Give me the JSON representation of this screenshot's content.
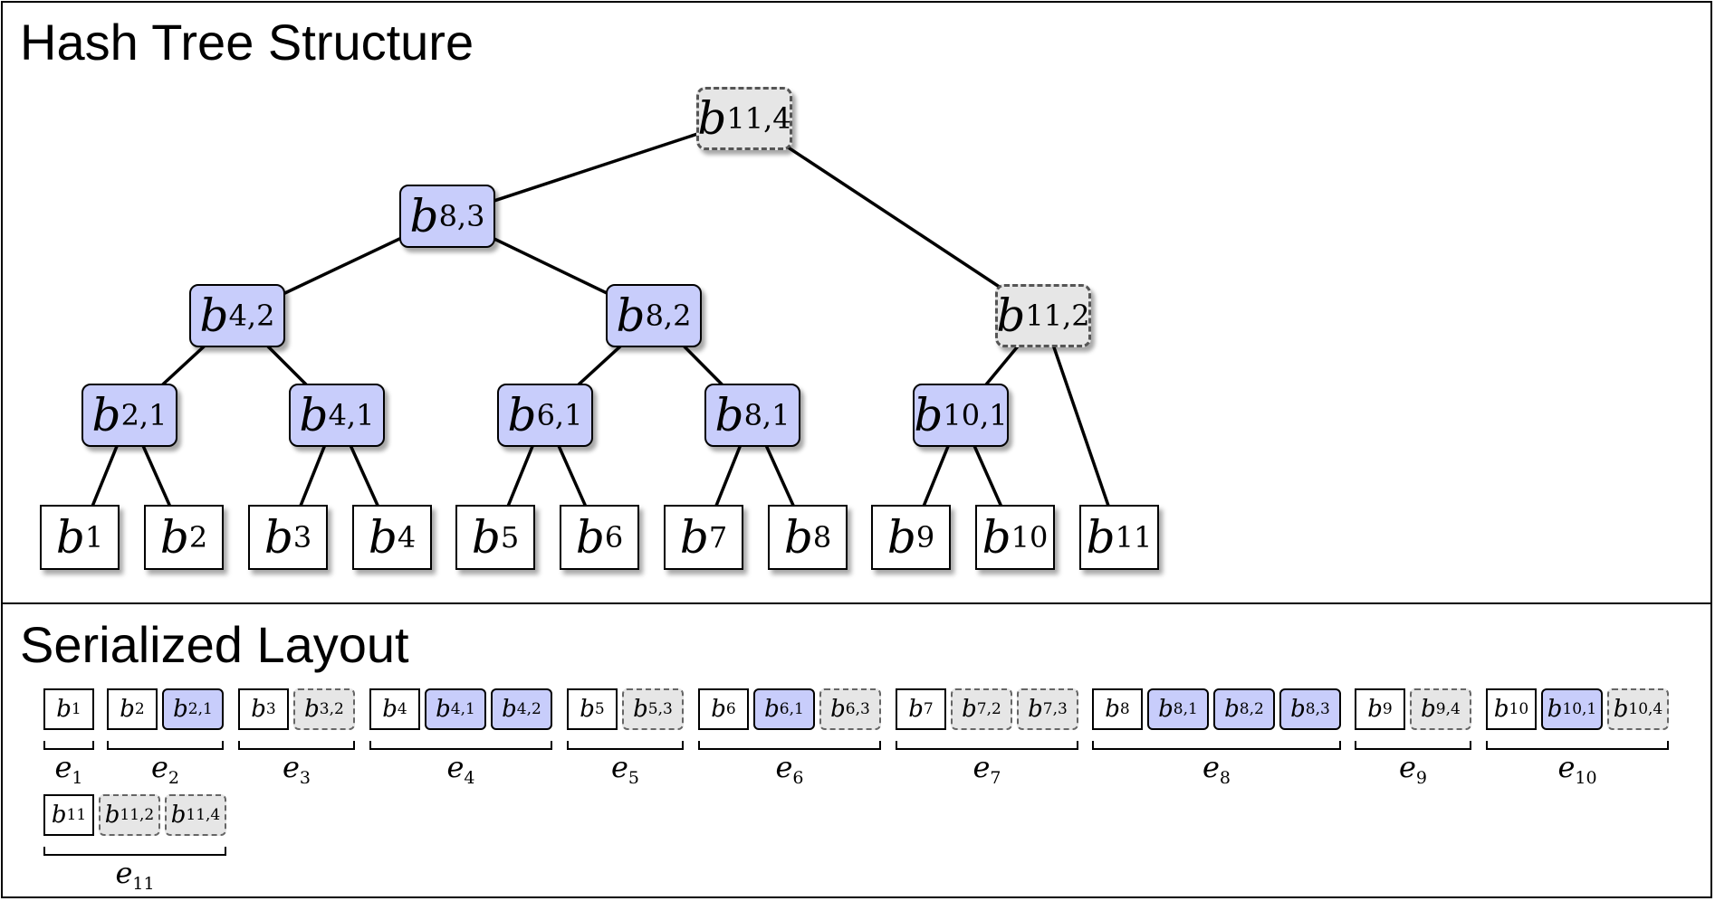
{
  "titles": {
    "tree": "Hash Tree Structure",
    "layout": "Serialized Layout"
  },
  "colors": {
    "inner_fill": "#c8cdfb",
    "root_fill": "#e6e6e6",
    "leaf_fill": "#ffffff",
    "stroke": "#000000"
  },
  "tree": {
    "nodes": [
      {
        "id": "b1",
        "kind": "leaf",
        "base": "b",
        "sub": "1"
      },
      {
        "id": "b2",
        "kind": "leaf",
        "base": "b",
        "sub": "2"
      },
      {
        "id": "b3",
        "kind": "leaf",
        "base": "b",
        "sub": "3"
      },
      {
        "id": "b4",
        "kind": "leaf",
        "base": "b",
        "sub": "4"
      },
      {
        "id": "b5",
        "kind": "leaf",
        "base": "b",
        "sub": "5"
      },
      {
        "id": "b6",
        "kind": "leaf",
        "base": "b",
        "sub": "6"
      },
      {
        "id": "b7",
        "kind": "leaf",
        "base": "b",
        "sub": "7"
      },
      {
        "id": "b8",
        "kind": "leaf",
        "base": "b",
        "sub": "8"
      },
      {
        "id": "b9",
        "kind": "leaf",
        "base": "b",
        "sub": "9"
      },
      {
        "id": "b10",
        "kind": "leaf",
        "base": "b",
        "sub": "10"
      },
      {
        "id": "b11",
        "kind": "leaf",
        "base": "b",
        "sub": "11"
      },
      {
        "id": "b2_1",
        "kind": "inner",
        "base": "b",
        "sub": "2,1"
      },
      {
        "id": "b4_1",
        "kind": "inner",
        "base": "b",
        "sub": "4,1"
      },
      {
        "id": "b6_1",
        "kind": "inner",
        "base": "b",
        "sub": "6,1"
      },
      {
        "id": "b8_1",
        "kind": "inner",
        "base": "b",
        "sub": "8,1"
      },
      {
        "id": "b10_1",
        "kind": "inner",
        "base": "b",
        "sub": "10,1"
      },
      {
        "id": "b4_2",
        "kind": "inner",
        "base": "b",
        "sub": "4,2"
      },
      {
        "id": "b8_2",
        "kind": "inner",
        "base": "b",
        "sub": "8,2"
      },
      {
        "id": "b11_2",
        "kind": "root",
        "base": "b",
        "sub": "11,2"
      },
      {
        "id": "b8_3",
        "kind": "inner",
        "base": "b",
        "sub": "8,3"
      },
      {
        "id": "b11_4",
        "kind": "root",
        "base": "b",
        "sub": "11,4"
      }
    ],
    "edges": [
      [
        "b11_4",
        "b8_3"
      ],
      [
        "b11_4",
        "b11_2"
      ],
      [
        "b8_3",
        "b4_2"
      ],
      [
        "b8_3",
        "b8_2"
      ],
      [
        "b4_2",
        "b2_1"
      ],
      [
        "b4_2",
        "b4_1"
      ],
      [
        "b8_2",
        "b6_1"
      ],
      [
        "b8_2",
        "b8_1"
      ],
      [
        "b11_2",
        "b10_1"
      ],
      [
        "b11_2",
        "b11"
      ],
      [
        "b2_1",
        "b1"
      ],
      [
        "b2_1",
        "b2"
      ],
      [
        "b4_1",
        "b3"
      ],
      [
        "b4_1",
        "b4"
      ],
      [
        "b6_1",
        "b5"
      ],
      [
        "b6_1",
        "b6"
      ],
      [
        "b8_1",
        "b7"
      ],
      [
        "b8_1",
        "b8"
      ],
      [
        "b10_1",
        "b9"
      ],
      [
        "b10_1",
        "b10"
      ]
    ]
  },
  "layout": {
    "entries": [
      {
        "label": "e",
        "label_sub": "1",
        "cells": [
          {
            "kind": "leaf",
            "base": "b",
            "sub": "1"
          }
        ]
      },
      {
        "label": "e",
        "label_sub": "2",
        "cells": [
          {
            "kind": "leaf",
            "base": "b",
            "sub": "2"
          },
          {
            "kind": "inner",
            "base": "b",
            "sub": "2,1"
          }
        ]
      },
      {
        "label": "e",
        "label_sub": "3",
        "cells": [
          {
            "kind": "leaf",
            "base": "b",
            "sub": "3"
          },
          {
            "kind": "root",
            "base": "b",
            "sub": "3,2"
          }
        ]
      },
      {
        "label": "e",
        "label_sub": "4",
        "cells": [
          {
            "kind": "leaf",
            "base": "b",
            "sub": "4"
          },
          {
            "kind": "inner",
            "base": "b",
            "sub": "4,1"
          },
          {
            "kind": "inner",
            "base": "b",
            "sub": "4,2"
          }
        ]
      },
      {
        "label": "e",
        "label_sub": "5",
        "cells": [
          {
            "kind": "leaf",
            "base": "b",
            "sub": "5"
          },
          {
            "kind": "root",
            "base": "b",
            "sub": "5,3"
          }
        ]
      },
      {
        "label": "e",
        "label_sub": "6",
        "cells": [
          {
            "kind": "leaf",
            "base": "b",
            "sub": "6"
          },
          {
            "kind": "inner",
            "base": "b",
            "sub": "6,1"
          },
          {
            "kind": "root",
            "base": "b",
            "sub": "6,3"
          }
        ]
      },
      {
        "label": "e",
        "label_sub": "7",
        "cells": [
          {
            "kind": "leaf",
            "base": "b",
            "sub": "7"
          },
          {
            "kind": "root",
            "base": "b",
            "sub": "7,2"
          },
          {
            "kind": "root",
            "base": "b",
            "sub": "7,3"
          }
        ]
      },
      {
        "label": "e",
        "label_sub": "8",
        "cells": [
          {
            "kind": "leaf",
            "base": "b",
            "sub": "8"
          },
          {
            "kind": "inner",
            "base": "b",
            "sub": "8,1"
          },
          {
            "kind": "inner",
            "base": "b",
            "sub": "8,2"
          },
          {
            "kind": "inner",
            "base": "b",
            "sub": "8,3"
          }
        ]
      },
      {
        "label": "e",
        "label_sub": "9",
        "cells": [
          {
            "kind": "leaf",
            "base": "b",
            "sub": "9"
          },
          {
            "kind": "root",
            "base": "b",
            "sub": "9,4"
          }
        ]
      },
      {
        "label": "e",
        "label_sub": "10",
        "cells": [
          {
            "kind": "leaf",
            "base": "b",
            "sub": "10"
          },
          {
            "kind": "inner",
            "base": "b",
            "sub": "10,1"
          },
          {
            "kind": "root",
            "base": "b",
            "sub": "10,4"
          }
        ]
      },
      {
        "label": "e",
        "label_sub": "11",
        "cells": [
          {
            "kind": "leaf",
            "base": "b",
            "sub": "11"
          },
          {
            "kind": "root",
            "base": "b",
            "sub": "11,2"
          },
          {
            "kind": "root",
            "base": "b",
            "sub": "11,4"
          }
        ]
      }
    ]
  }
}
